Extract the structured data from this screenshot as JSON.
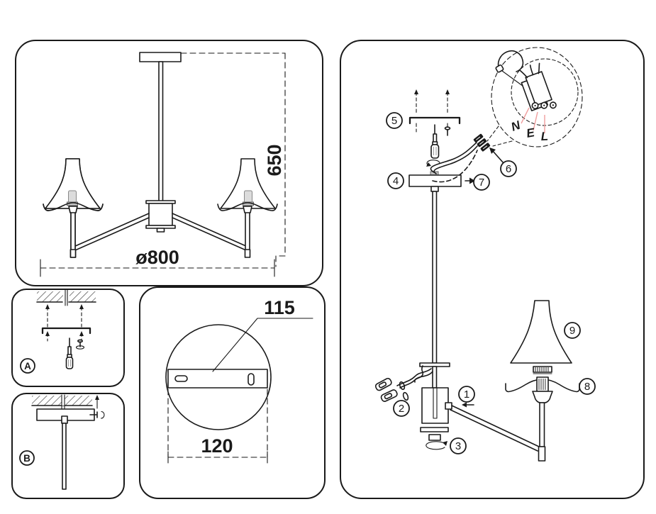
{
  "diagram": {
    "front_view": {
      "height_mm": "650",
      "diameter_mm": "ø800"
    },
    "bracket_detail": {
      "hole_spacing_mm": "115",
      "plate_width_mm": "120"
    },
    "mount_steps": {
      "step_a": "A",
      "step_b": "B"
    },
    "wiring_terminals": {
      "neutral": "N",
      "earth": "E",
      "live": "L"
    },
    "callouts": {
      "c1": "1",
      "c2": "2",
      "c3": "3",
      "c4": "4",
      "c5": "5",
      "c6": "6",
      "c7": "7",
      "c8": "8",
      "c9": "9"
    },
    "colors": {
      "line": "#1a1a1a",
      "wire_marker_leader": "#f09e9e",
      "metal_fill": "#dcdcdc"
    }
  }
}
